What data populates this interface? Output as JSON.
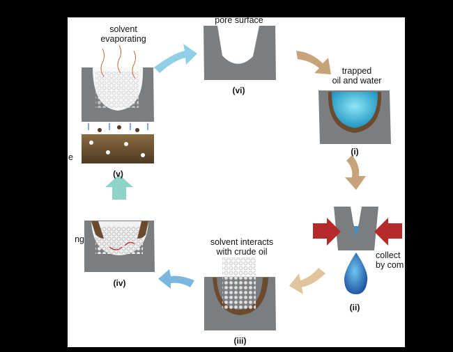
{
  "stages": {
    "v": {
      "label": "solvent\nevaporating",
      "numeral": "(v)"
    },
    "vi": {
      "label": "pore surface",
      "numeral": "(vi)"
    },
    "i": {
      "label": "trapped\noil and water",
      "numeral": "(i)"
    },
    "ii": {
      "label": "collect\nby com",
      "numeral": "(ii)"
    },
    "iii": {
      "label": "solvent interacts\nwith crude oil",
      "numeral": "(iii)"
    },
    "iv": {
      "label": "ng",
      "numeral": "(iv)"
    }
  },
  "side_fragment": "e",
  "colors": {
    "rock": "#7b7e80",
    "oil": "#6b4a2e",
    "water": "#3fb8d8",
    "arrow_blue": "#8fd0e6",
    "arrow_tan": "#c7a37a",
    "arrow_red": "#b52a2a",
    "arrow_teal": "#8fd3c8"
  }
}
